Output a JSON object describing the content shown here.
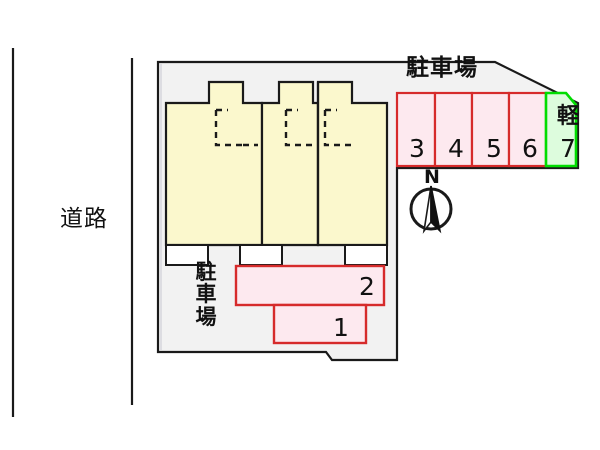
{
  "diagram": {
    "title": "parking-lot-site-plan",
    "road_label": "道路",
    "parking_label_top": "駐車場",
    "parking_label_bottom": "駐車場",
    "compass_label": "N",
    "kei_label": "軽"
  },
  "stalls_top": [
    {
      "id": "3",
      "label": "3",
      "type": "standard",
      "fill": "#fde9ef",
      "stroke": "#d62b2b"
    },
    {
      "id": "4",
      "label": "4",
      "type": "standard",
      "fill": "#fde9ef",
      "stroke": "#d62b2b"
    },
    {
      "id": "5",
      "label": "5",
      "type": "standard",
      "fill": "#fde9ef",
      "stroke": "#d62b2b"
    },
    {
      "id": "6",
      "label": "6",
      "type": "standard",
      "fill": "#fde9ef",
      "stroke": "#d62b2b"
    },
    {
      "id": "7",
      "label": "7",
      "type": "light-car",
      "badge": "軽",
      "fill": "#ddfcdd",
      "stroke": "#00dd00"
    }
  ],
  "stalls_bottom": [
    {
      "id": "2",
      "label": "2",
      "type": "standard",
      "fill": "#fde9ef",
      "stroke": "#d62b2b"
    },
    {
      "id": "1",
      "label": "1",
      "type": "standard",
      "fill": "#fde9ef",
      "stroke": "#d62b2b"
    }
  ],
  "buildings": [
    {
      "id": "building-a"
    },
    {
      "id": "building-b"
    },
    {
      "id": "building-c"
    }
  ],
  "colors": {
    "site_fill": "#f2f2f2",
    "site_stroke": "#1a1a1a",
    "building_fill": "#fbf8cd",
    "building_stroke": "#1a1a1a",
    "stall_pink": "#fde9ef",
    "stall_pink_stroke": "#d62b2b",
    "stall_green": "#ddfcdd",
    "stall_green_stroke": "#00dd00",
    "road_line": "#1a1a1a",
    "text": "#111111",
    "page_background": "#ffffff"
  }
}
